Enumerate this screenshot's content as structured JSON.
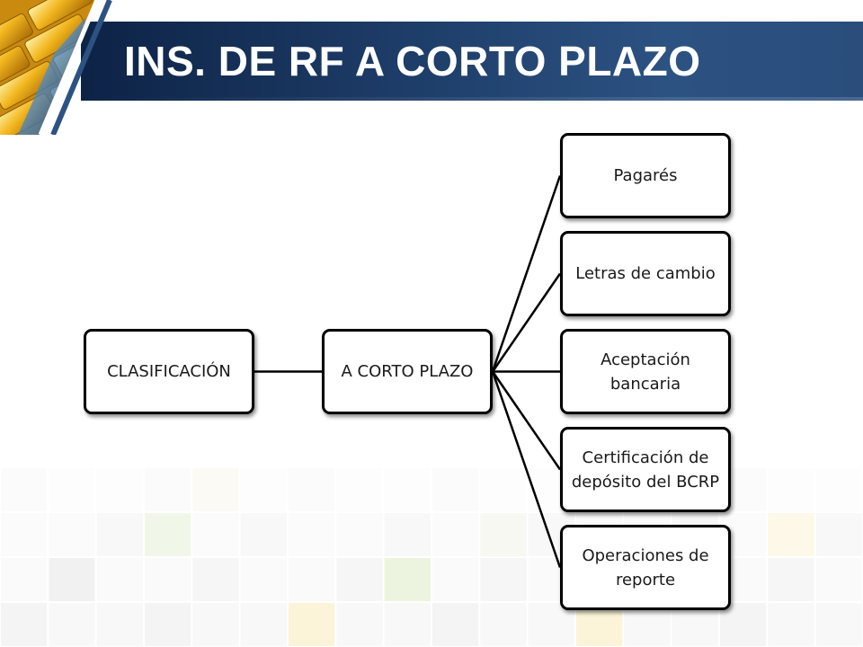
{
  "slide": {
    "title": "INS. DE RF A CORTO PLAZO",
    "corner_image_icon": "gold-bars-icon",
    "theme_colors": {
      "header_dark": "#0d2346",
      "header_light": "#2c5282",
      "node_border": "#000000",
      "node_fill": "#ffffff",
      "tile_green": "#e6f0d6",
      "tile_yellow": "#fbf3d6",
      "tile_grey": "#f1f1f1"
    }
  },
  "diagram": {
    "root": {
      "label": "CLASIFICACIÓN"
    },
    "branch": {
      "label": "A CORTO PLAZO"
    },
    "leaves": [
      {
        "label": "Pagarés"
      },
      {
        "label": "Letras de cambio"
      },
      {
        "label": "Aceptación bancaria"
      },
      {
        "label": "Certificación de depósito del BCRP"
      },
      {
        "label": "Operaciones de reporte"
      }
    ]
  }
}
